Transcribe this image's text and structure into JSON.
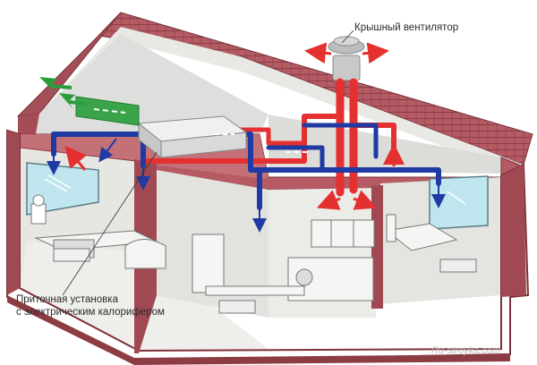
{
  "labels": {
    "roof_fan": "Крышный вентилятор",
    "supply_unit_line1": "Приточная установка",
    "supply_unit_line2": "с электрическим калорифером"
  },
  "watermark": "Ru-stroyka.com",
  "colors": {
    "supply_duct": "#1f3aa3",
    "exhaust_duct": "#e53030",
    "intake_air": "#2a9d3a",
    "roof": "#b25a63",
    "walls": "#9c4f55"
  }
}
